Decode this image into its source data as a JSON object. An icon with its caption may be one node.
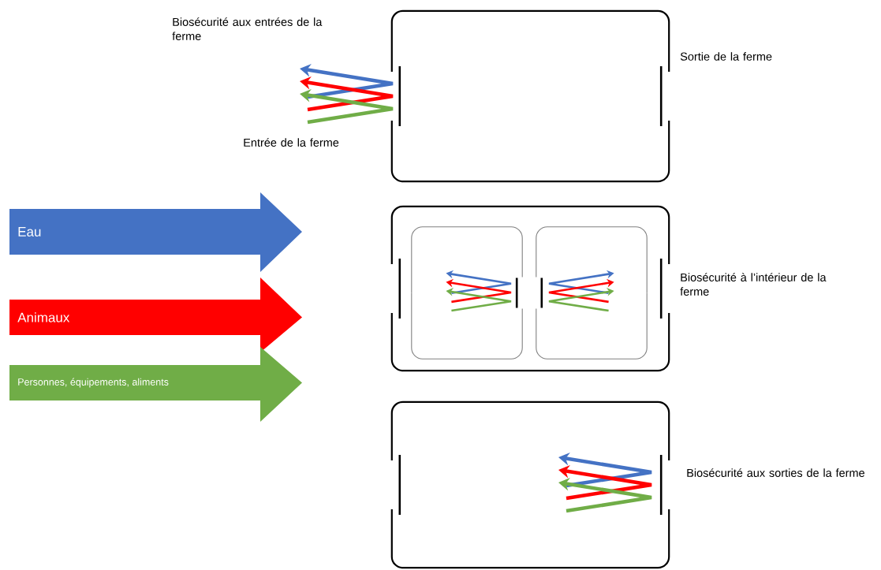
{
  "diagram": {
    "nodes": [
      {
        "text": [],
        "shape": "box"
      },
      {
        "text": [],
        "shape": "box"
      },
      {
        "text": [],
        "shape": "box",
        "in": 1
      },
      {
        "text": [],
        "shape": "box",
        "in": 1
      },
      {
        "text": [],
        "shape": "box"
      }
    ],
    "labels": [
      "Biosécurité aux entrées de la ferme",
      "Sortie de la ferme",
      "Entrée de la ferme",
      "Biosécurité à l’intérieur de la ferme",
      "Biosécurité aux sorties de la ferme"
    ],
    "legend": [
      {
        "text": "Eau",
        "color": "#4472c4"
      },
      {
        "text": "Animaux",
        "color": "#ff0000"
      },
      {
        "text": "Personnes, équipements, aliments",
        "color": "#70ad47"
      }
    ]
  }
}
